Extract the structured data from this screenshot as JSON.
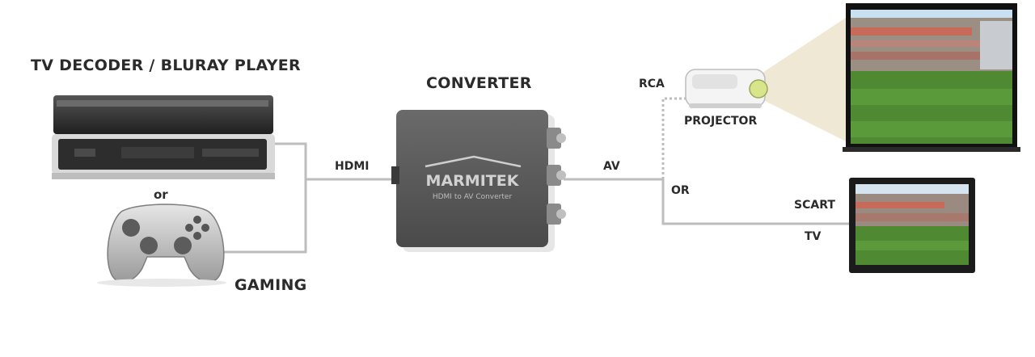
{
  "labels": {
    "source": "TV DECODER / BLURAY PLAYER",
    "or_lower": "or",
    "gaming": "GAMING",
    "converter": "CONVERTER",
    "hdmi": "HDMI",
    "av": "AV",
    "rca": "RCA",
    "projector": "PROJECTOR",
    "or_upper": "OR",
    "scart": "SCART",
    "tv": "TV"
  },
  "converter_device": {
    "brand": "MARMITEK",
    "model": "HDMI to AV Converter"
  },
  "colors": {
    "cable": "#bdbdbd",
    "converter_body": "#5a5a5a",
    "text": "#2b2b2b",
    "grass": "#4f8a33"
  }
}
